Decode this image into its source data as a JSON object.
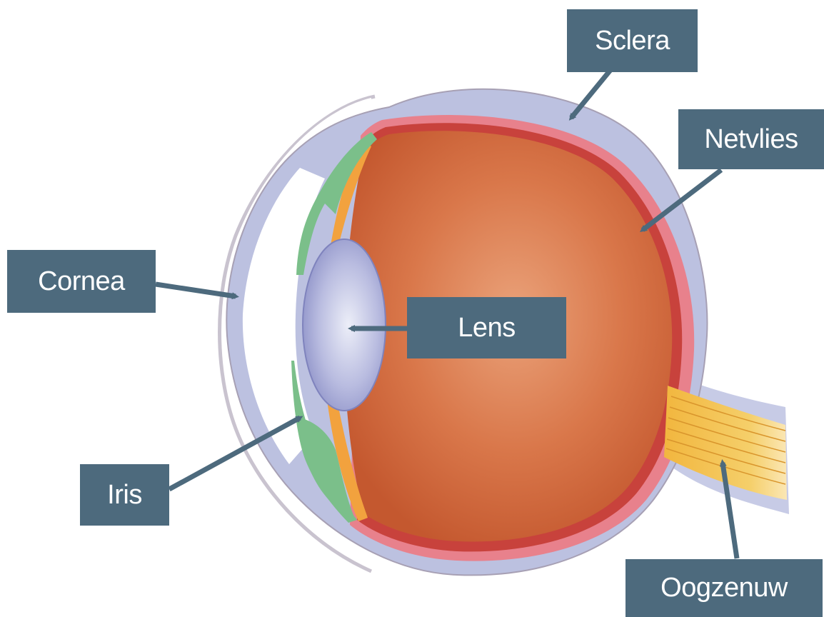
{
  "labels": {
    "sclera": "Sclera",
    "netvlies": "Netvlies",
    "cornea": "Cornea",
    "lens": "Lens",
    "iris": "Iris",
    "oogzenuw": "Oogzenuw"
  },
  "colors": {
    "label_background": "#4d6a7d",
    "label_text": "#ffffff",
    "sclera": "#bcc1e0",
    "retina_dark": "#c8423c",
    "retina_pink": "#e8818c",
    "vitreous": "#d9774a",
    "ciliary": "#f2a23e",
    "iris": "#7bbf8a",
    "lens": "#a7abd8",
    "optic_nerve": "#f2b63e",
    "arrow": "#4d6a7d"
  }
}
